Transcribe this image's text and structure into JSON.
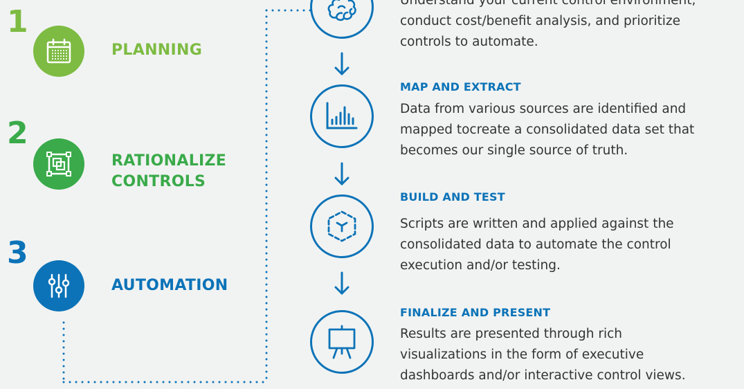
{
  "colors": {
    "phase1": "#7dbb42",
    "phase2": "#3aaa4a",
    "phase3": "#0c73b8",
    "accent_blue": "#0c73b8",
    "background": "#f1f3f2",
    "body_text": "#333333"
  },
  "phases": [
    {
      "number": "1",
      "label_lines": [
        "PLANNING"
      ],
      "icon": "calendar-icon"
    },
    {
      "number": "2",
      "label_lines": [
        "RATIONALIZE",
        "CONTROLS"
      ],
      "icon": "controls-rationalize-icon"
    },
    {
      "number": "3",
      "label_lines": [
        "AUTOMATION"
      ],
      "icon": "sliders-icon"
    }
  ],
  "steps": [
    {
      "icon": "brain-icon",
      "title": "",
      "lines": [
        "Understand your current control environment,",
        "conduct cost/benefit analysis, and prioritize",
        "controls to automate."
      ]
    },
    {
      "icon": "bar-chart-icon",
      "title": "MAP AND EXTRACT",
      "lines": [
        "Data from various sources are identified and",
        "mapped tocreate a consolidated data set that",
        "becomes our single source of truth."
      ]
    },
    {
      "icon": "cube-icon",
      "title": "BUILD AND TEST",
      "lines": [
        "Scripts are written and applied against the",
        "consolidated data to automate the control",
        "execution and/or testing."
      ]
    },
    {
      "icon": "presentation-easel-icon",
      "title": "FINALIZE AND PRESENT",
      "lines": [
        "Results are presented through rich",
        "visualizations in the form of executive",
        "dashboards and/or interactive control views."
      ]
    }
  ]
}
